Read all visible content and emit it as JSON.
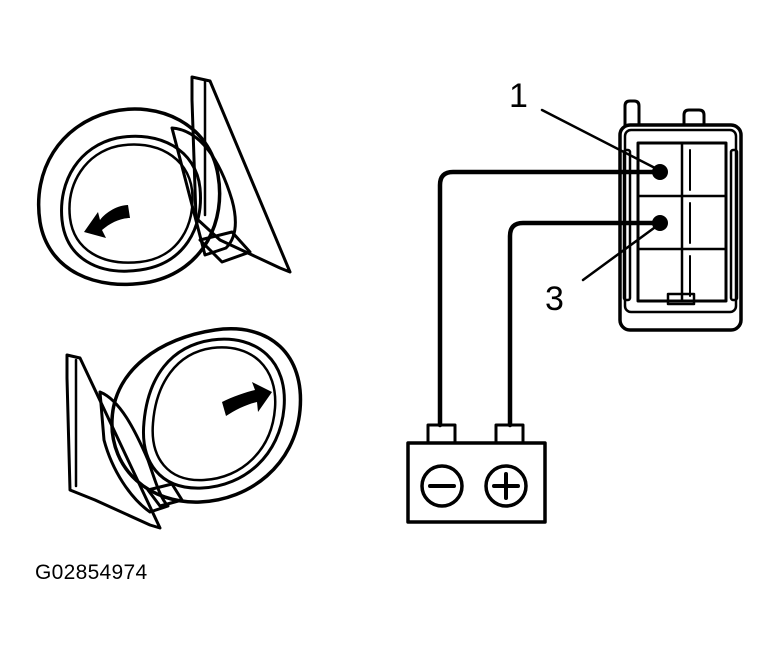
{
  "figure_code": "G02854974",
  "callouts": {
    "terminal_top": "1",
    "terminal_bottom": "3"
  },
  "battery": {
    "negative_icon": "minus-sign-icon",
    "positive_icon": "plus-sign-icon"
  },
  "mirrors": {
    "upper": {
      "arrow": "left"
    },
    "lower": {
      "arrow": "right"
    }
  }
}
